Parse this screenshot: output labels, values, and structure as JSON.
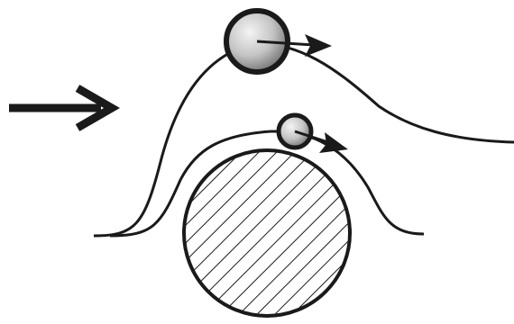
{
  "figure": {
    "text": [],
    "parts": {
      "incoming_flow": "right-arrow-icon",
      "large_particle": "large-sphere",
      "small_particle": "small-sphere",
      "obstacle": "hatched-cylinder"
    },
    "colors": {
      "stroke": "#1a1a1a",
      "background": "#ffffff",
      "sphere_light": "#f2f2f2",
      "sphere_dark": "#6e6e6e"
    }
  }
}
